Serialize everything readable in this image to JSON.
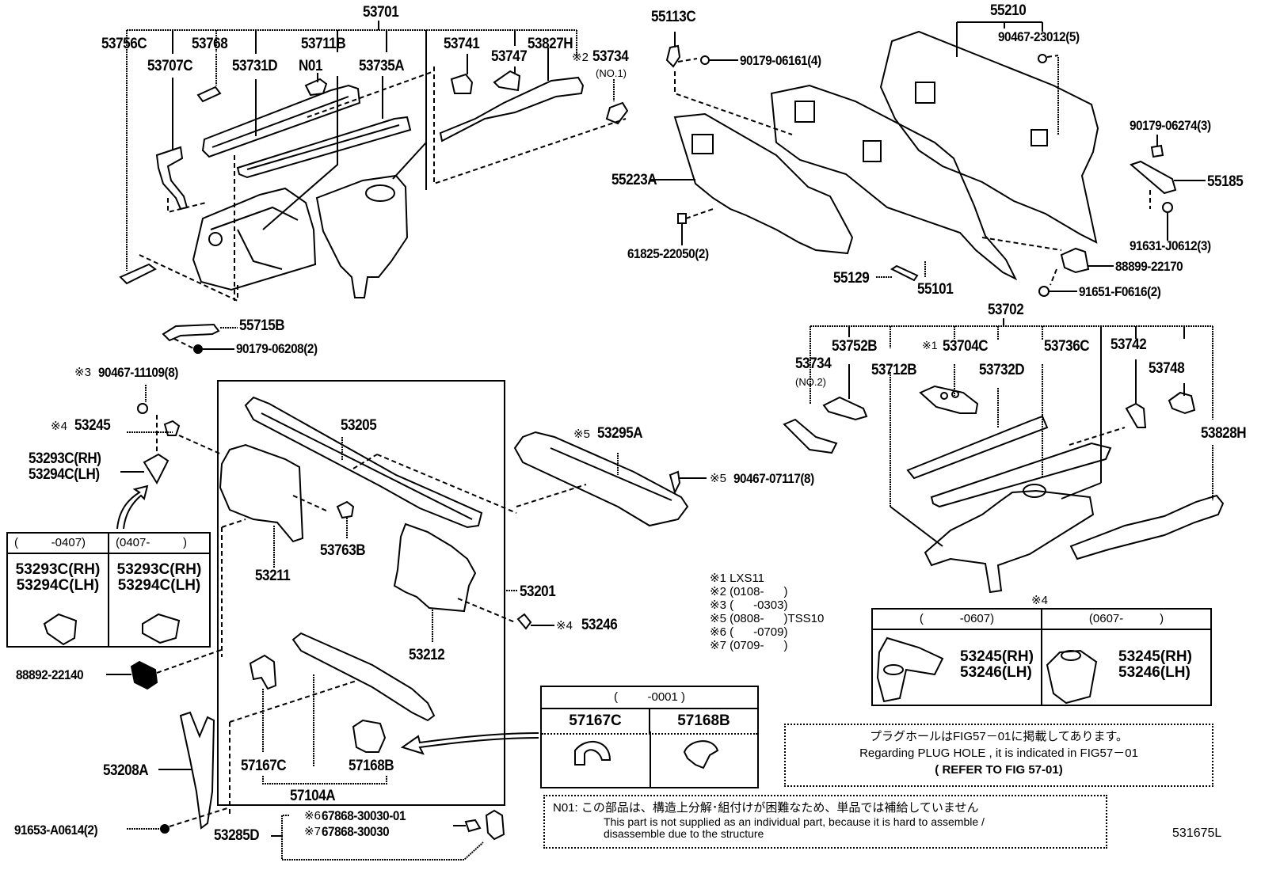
{
  "diagram": {
    "figure_id": "531675L",
    "group_53701": {
      "assembly": "53701",
      "parts": [
        "53756C",
        "53768",
        "53711B",
        "53707C",
        "53731D",
        "N01",
        "53735A",
        "53741",
        "53747",
        "53827H",
        "53734"
      ],
      "part_53734_mark": "※2",
      "part_53734_note": "(NO.1)"
    },
    "group_55210": {
      "assembly": "55210",
      "parts": [
        "55113C",
        "90179-06161(4)",
        "90467-23012(5)",
        "90179-06274(3)",
        "55185",
        "55223A",
        "61825-22050(2)",
        "91631-J0612(3)",
        "88899-22170",
        "55129",
        "55101",
        "91651-F0616(2)"
      ]
    },
    "group_53702": {
      "assembly": "53702",
      "parts": [
        "53734",
        "53752B",
        "53704C",
        "53712B",
        "53736C",
        "53732D",
        "53742",
        "53748",
        "53828H"
      ],
      "part_53734_note": "(NO.2)",
      "part_53704C_mark": "※1"
    },
    "left_parts": {
      "p55715B": "55715B",
      "p90179_06208": "90179-06208(2)",
      "p90467_11109": "90467-11109(8)",
      "p90467_11109_mark": "※3",
      "p53245": "53245",
      "p53245_mark": "※4",
      "p53293C": "53293C(RH)",
      "p53294C": "53294C(LH)",
      "p88892": "88892-22140",
      "p53208A": "53208A",
      "p91653": "91653-A0614(2)"
    },
    "center_group": {
      "parts": [
        "53205",
        "53211",
        "53763B",
        "53212",
        "53201",
        "57167C",
        "57168B",
        "57104A"
      ],
      "p53295A": "53295A",
      "p53295A_mark": "※5",
      "p90467_07117": "90467-07117(8)",
      "p90467_07117_mark": "※5",
      "p53246": "53246",
      "p53246_mark": "※4",
      "p53285D": "53285D",
      "p67868_01": "67868-30030-01",
      "p67868_01_mark": "※6",
      "p67868": "67868-30030",
      "p67868_mark": "※7"
    },
    "grommet_table": {
      "columns": [
        {
          "header": "(          -0407)",
          "rh": "53293C(RH)",
          "lh": "53294C(LH)"
        },
        {
          "header": "(0407-          )",
          "rh": "53293C(RH)",
          "lh": "53294C(LH)"
        }
      ]
    },
    "clip_table": {
      "header": "(         -0001 )",
      "columns": [
        "57167C",
        "57168B"
      ]
    },
    "footnotes": [
      {
        "mark": "※1",
        "text": "LXS11"
      },
      {
        "mark": "※2",
        "text": "(0108-      )"
      },
      {
        "mark": "※3",
        "text": "(      -0303)"
      },
      {
        "mark": "※5",
        "text": "(0808-      )TSS10"
      },
      {
        "mark": "※6",
        "text": "(      -0709)"
      },
      {
        "mark": "※7",
        "text": "(0709-      )"
      }
    ],
    "table_53245": {
      "mark": "※4",
      "columns": [
        {
          "header": "(           -0607)",
          "rh": "53245(RH)",
          "lh": "53246(LH)"
        },
        {
          "header": "(0607-           )",
          "rh": "53245(RH)",
          "lh": "53246(LH)"
        }
      ]
    },
    "plug_note": {
      "jp": "プラグホールはFIG57－01に掲載してあります。",
      "en": "Regarding PLUG HOLE , it is indicated in FIG57－01",
      "ref": "( REFER TO FIG 57-01)"
    },
    "n01_note": {
      "jp": "N01: この部品は、構造上分解･組付けが困難なため、単品では補給していません",
      "en1": "This part is not supplied as an individual part, because it is hard to assemble /",
      "en2": "disassemble due to the structure"
    }
  }
}
